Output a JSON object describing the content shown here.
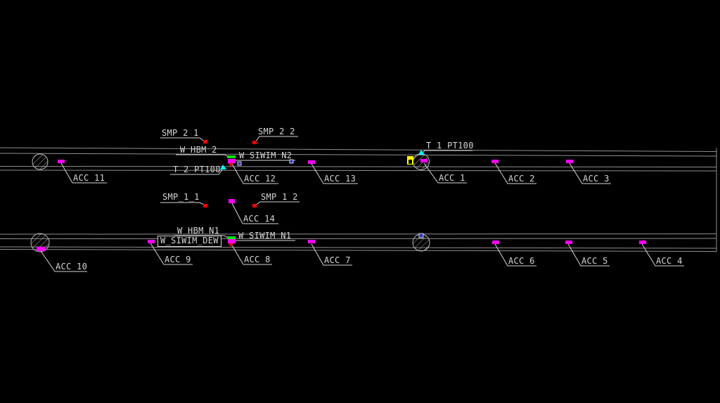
{
  "drawing": {
    "type": "bridge-instrumentation-plan",
    "background": "#000000"
  },
  "colors": {
    "background": "#000000",
    "beam_line": "#8f8f8f",
    "annotation": "#d6d6d6",
    "hatch": "#b8b8b8",
    "accelerometer": "#ff00ff",
    "strain_gauge": "#00e400",
    "smp_point": "#ff0000",
    "temperature": "#00ffff",
    "datalogger": "#ffff00",
    "datalogger_inner": "#000000",
    "node": "#3232c8"
  },
  "labels": {
    "upper": {
      "smp_2_1": "SMP_2_1",
      "smp_2_2": "SMP_2_2",
      "w_hbm_2": "W_HBM_2",
      "w_siwim_n2": "W_SIWIM_N2",
      "t_2_pt100": "T_2_PT100",
      "t_1_pt100": "T_1_PT100",
      "acc_11": "ACC_11",
      "acc_12": "ACC_12",
      "acc_13": "ACC_13",
      "acc_1": "ACC_1",
      "acc_2": "ACC_2",
      "acc_3": "ACC_3"
    },
    "middle": {
      "smp_1_1": "SMP_1_1",
      "smp_1_2": "SMP_1_2",
      "acc_14": "ACC_14"
    },
    "lower": {
      "w_hbm_n1": "W_HBM_N1",
      "w_siwim_dew": "W_SIWIM_DEW",
      "w_siwim_n1": "W_SIWIM_N1",
      "acc_10": "ACC_10",
      "acc_9": "ACC_9",
      "acc_8": "ACC_8",
      "acc_7": "ACC_7",
      "acc_6": "ACC_6",
      "acc_5": "ACC_5",
      "acc_4": "ACC_4"
    }
  }
}
